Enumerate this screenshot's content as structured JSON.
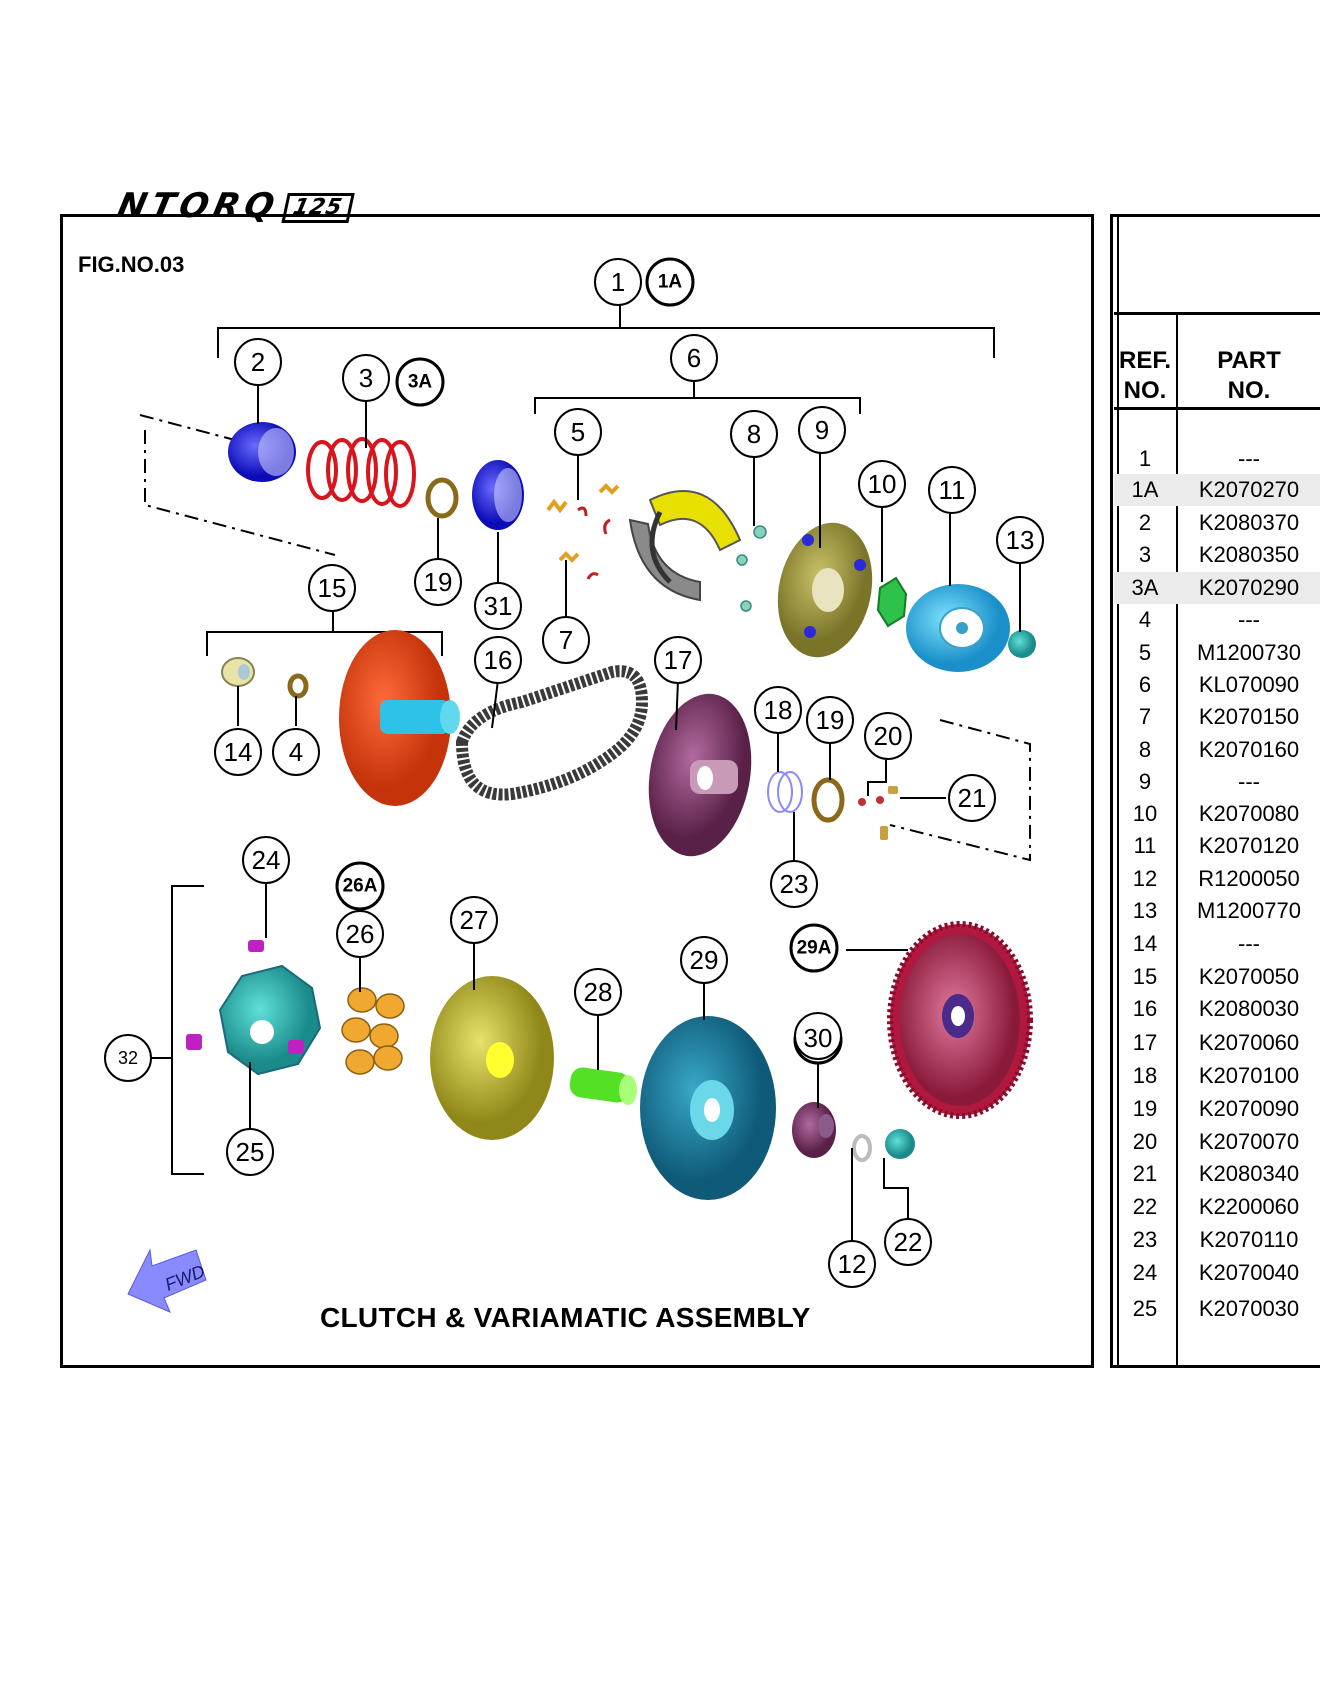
{
  "header": {
    "logo_text": "NTORQ",
    "logo_sub": "125"
  },
  "figure": {
    "label": "FIG.NO.03",
    "title": "CLUTCH & VARIAMATIC ASSEMBLY",
    "fwd_label": "FWD"
  },
  "callouts": {
    "c1": "1",
    "c1a": "1A",
    "c2": "2",
    "c3": "3",
    "c3a": "3A",
    "c4": "4",
    "c5": "5",
    "c6": "6",
    "c7": "7",
    "c8": "8",
    "c9": "9",
    "c10": "10",
    "c11": "11",
    "c12": "12",
    "c13": "13",
    "c14": "14",
    "c15": "15",
    "c16": "16",
    "c17": "17",
    "c18": "18",
    "c19a": "19",
    "c19b": "19",
    "c20": "20",
    "c21": "21",
    "c22": "22",
    "c23": "23",
    "c24": "24",
    "c25": "25",
    "c26": "26",
    "c26a": "26A",
    "c27": "27",
    "c28": "28",
    "c29": "29",
    "c29a": "29A",
    "c30": "30",
    "c31": "31",
    "c32": "32"
  },
  "table": {
    "headers": {
      "ref": "REF.\nNO.",
      "part": "PART\nNO."
    },
    "rows": [
      {
        "ref": "1",
        "part": "---"
      },
      {
        "ref": "1A",
        "part": "K2070270"
      },
      {
        "ref": "2",
        "part": "K2080370"
      },
      {
        "ref": "3",
        "part": "K2080350"
      },
      {
        "ref": "3A",
        "part": "K2070290"
      },
      {
        "ref": "4",
        "part": "---"
      },
      {
        "ref": "5",
        "part": "M1200730"
      },
      {
        "ref": "6",
        "part": "KL070090"
      },
      {
        "ref": "7",
        "part": "K2070150"
      },
      {
        "ref": "8",
        "part": "K2070160"
      },
      {
        "ref": "9",
        "part": "---"
      },
      {
        "ref": "10",
        "part": "K2070080"
      },
      {
        "ref": "11",
        "part": "K2070120"
      },
      {
        "ref": "12",
        "part": "R1200050"
      },
      {
        "ref": "13",
        "part": "M1200770"
      },
      {
        "ref": "14",
        "part": "---"
      },
      {
        "ref": "15",
        "part": "K2070050"
      },
      {
        "ref": "16",
        "part": "K2080030"
      },
      {
        "ref": "17",
        "part": "K2070060"
      },
      {
        "ref": "18",
        "part": "K2070100"
      },
      {
        "ref": "19",
        "part": "K2070090"
      },
      {
        "ref": "20",
        "part": "K2070070"
      },
      {
        "ref": "21",
        "part": "K2080340"
      },
      {
        "ref": "22",
        "part": "K2200060"
      },
      {
        "ref": "23",
        "part": "K2070110"
      },
      {
        "ref": "24",
        "part": "K2070040"
      },
      {
        "ref": "25",
        "part": "K2070030"
      }
    ]
  }
}
